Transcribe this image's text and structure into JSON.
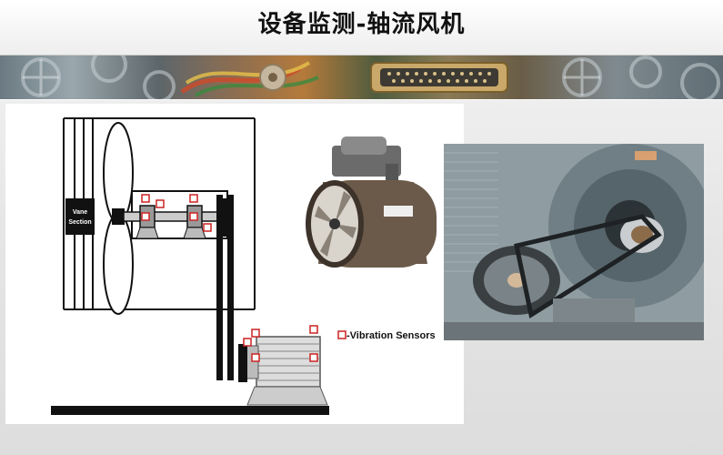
{
  "header": {
    "title": "设备监测-轴流风机"
  },
  "diagram": {
    "vane_label_line1": "Vane",
    "vane_label_line2": "Section",
    "legend_label": "-Vibration Sensors"
  },
  "colors": {
    "sensor_marker": "#cc2222",
    "structure": "#111111",
    "fan_casing": "#6b5a4a",
    "photo_metal": "#6f7f85"
  }
}
